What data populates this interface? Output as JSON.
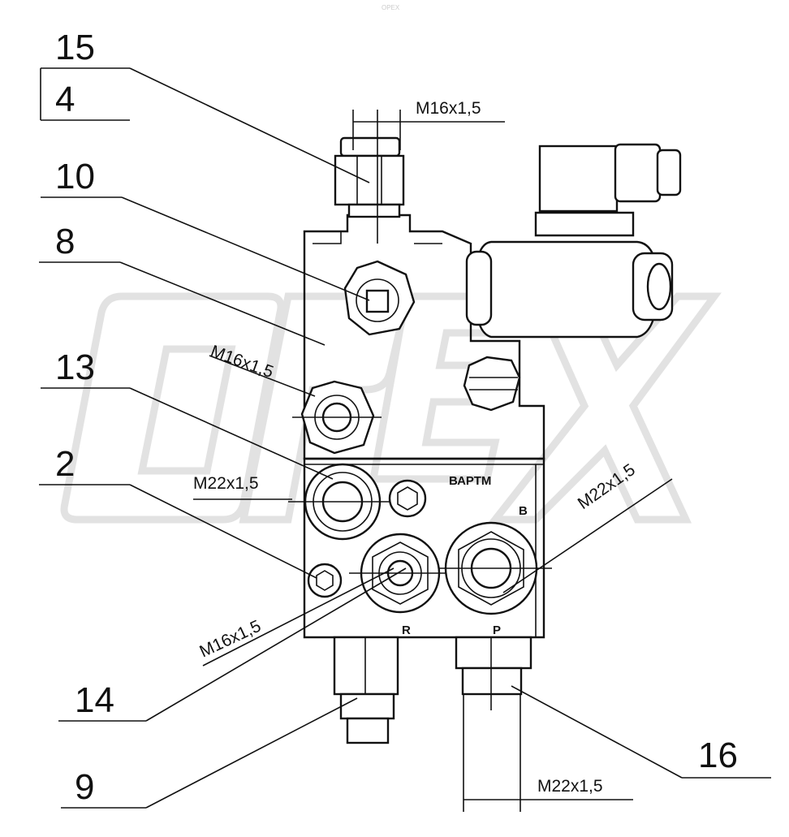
{
  "callouts": {
    "c15": "15",
    "c4": "4",
    "c10": "10",
    "c8": "8",
    "c13": "13",
    "c2": "2",
    "c14": "14",
    "c9": "9",
    "c16": "16"
  },
  "dimensions": {
    "m16_top": "M16x1,5",
    "m16_left": "M16x1,5",
    "m22_left": "M22x1,5",
    "m22_right": "M22x1,5",
    "m16_bottom": "M16x1,5",
    "m22_bottom": "M22x1,5"
  },
  "port_marks": {
    "b": "B",
    "r": "R",
    "p": "P",
    "brand": "ВАРТМ"
  },
  "watermark": {
    "text": "ОРЕХ",
    "color": "#e2e2e2"
  }
}
